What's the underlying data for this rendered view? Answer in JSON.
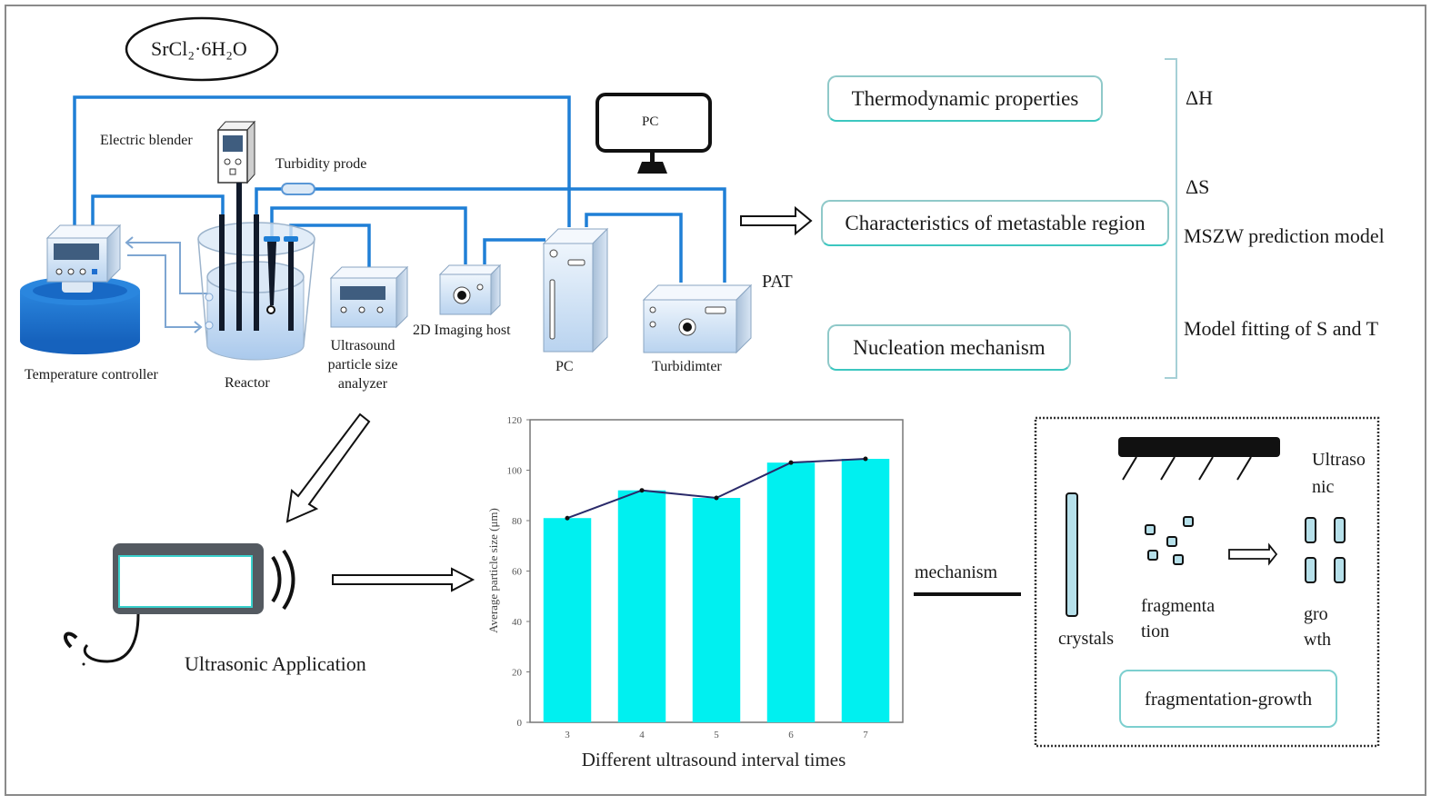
{
  "title_formula": "SrCl₂·6H₂O",
  "equipment": {
    "electric_blender": "Electric blender",
    "turbidity_probe": "Turbidity prode",
    "temperature_controller": "Temperature controller",
    "reactor": "Reactor",
    "ultrasound_analyzer_line1": "Ultrasound",
    "ultrasound_analyzer_line2": "particle size",
    "ultrasound_analyzer_line3": "analyzer",
    "imaging_host": "2D Imaging host",
    "pc_tower": "PC",
    "turbidimeter": "Turbidimter",
    "pc_monitor": "PC",
    "pat": "PAT"
  },
  "analysis": {
    "boxes": [
      "Thermodynamic properties",
      "Characteristics of metastable region",
      "Nucleation mechanism"
    ],
    "results": [
      "ΔH",
      "ΔS",
      "MSZW prediction model",
      "Model fitting of S and T"
    ]
  },
  "ultrasonic": {
    "label": "Ultrasonic Application"
  },
  "mechanism": {
    "link_label": "mechanism",
    "ultrasonic_line1": "Ultraso",
    "ultrasonic_line2": "nic",
    "crystals": "crystals",
    "fragmentation_line1": "fragmenta",
    "fragmentation_line2": "tion",
    "growth_line1": "gro",
    "growth_line2": "wth",
    "summary": "fragmentation-growth"
  },
  "colors": {
    "wire": "#1f7fd6",
    "bar": "#00f0f0",
    "line": "#2a2a6a",
    "box_border": "#3cc7c0",
    "equipment_fill": "#cfe2f6",
    "bath": "#1a73cf"
  },
  "chart_data": {
    "type": "bar",
    "title": "",
    "xlabel": "Different ultrasound interval times",
    "ylabel": "Average particle size (μm)",
    "categories": [
      "3",
      "4",
      "5",
      "6",
      "7"
    ],
    "values": [
      81,
      92,
      89,
      103,
      104.5
    ],
    "line_overlay": [
      81,
      92,
      89,
      103,
      104.5
    ],
    "ylim": [
      0,
      120
    ],
    "yticks": [
      0,
      20,
      40,
      60,
      80,
      100,
      120
    ],
    "grid": false,
    "legend": "none"
  }
}
